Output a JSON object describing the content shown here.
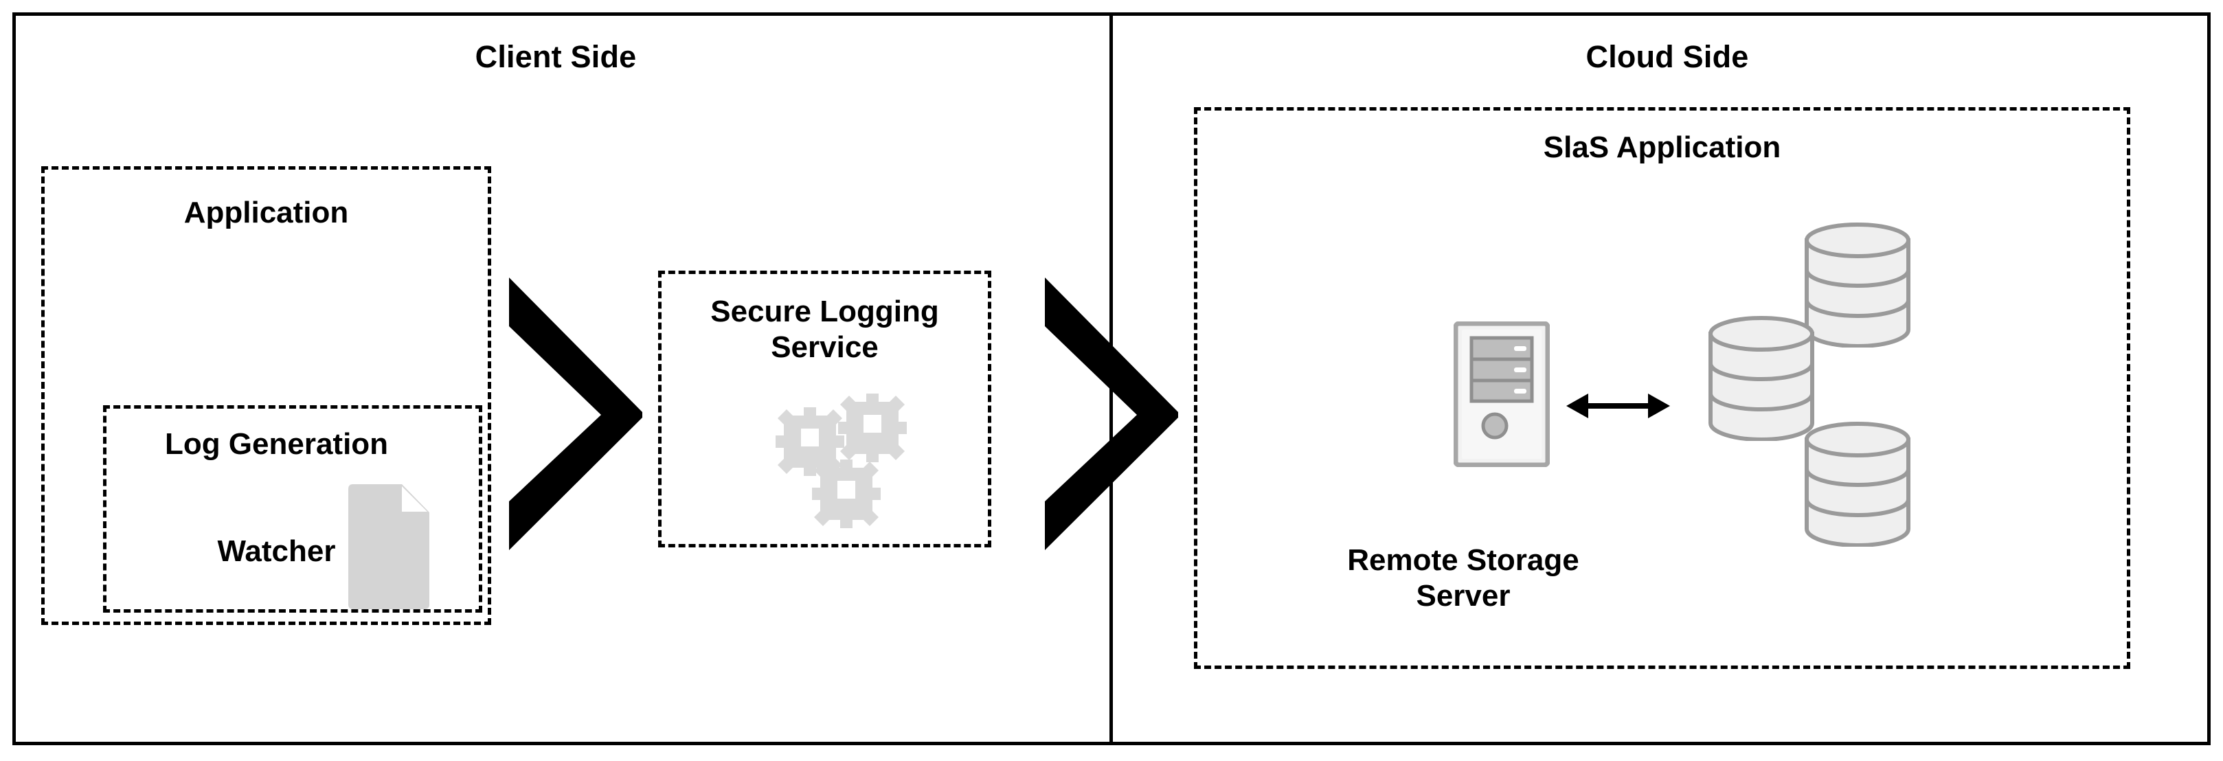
{
  "diagram": {
    "title_left": "Client Side",
    "title_right": "Cloud Side",
    "colors": {
      "border": "#000000",
      "background": "#ffffff",
      "icon_grey": "#d4d4d4",
      "icon_stroke": "#9a9a9a",
      "db_fill": "#efefef",
      "server_fill": "#f2f2f2",
      "server_bay": "#b8b8b8"
    }
  },
  "client_side": {
    "title": "Client Side",
    "application": {
      "label": "Application",
      "log_generation": {
        "label": "Log Generation",
        "watcher_label": "Watcher",
        "icon": "document-icon"
      }
    },
    "secure_logging_service": {
      "label": "Secure Logging Service",
      "icon": "gears-icon"
    },
    "flow_arrow_1": "chevron-right-icon",
    "flow_arrow_2": "chevron-right-icon"
  },
  "cloud_side": {
    "title": "Cloud Side",
    "slas_application": {
      "label": "SlaS Application",
      "remote_storage_server": {
        "label": "Remote Storage Server",
        "icon": "server-tower-icon"
      },
      "link_arrow": "bidirectional-arrow-icon",
      "databases": [
        {
          "name": "database-cylinder-top",
          "icon": "database-icon"
        },
        {
          "name": "database-cylinder-middle",
          "icon": "database-icon"
        },
        {
          "name": "database-cylinder-bottom",
          "icon": "database-icon"
        }
      ]
    }
  }
}
